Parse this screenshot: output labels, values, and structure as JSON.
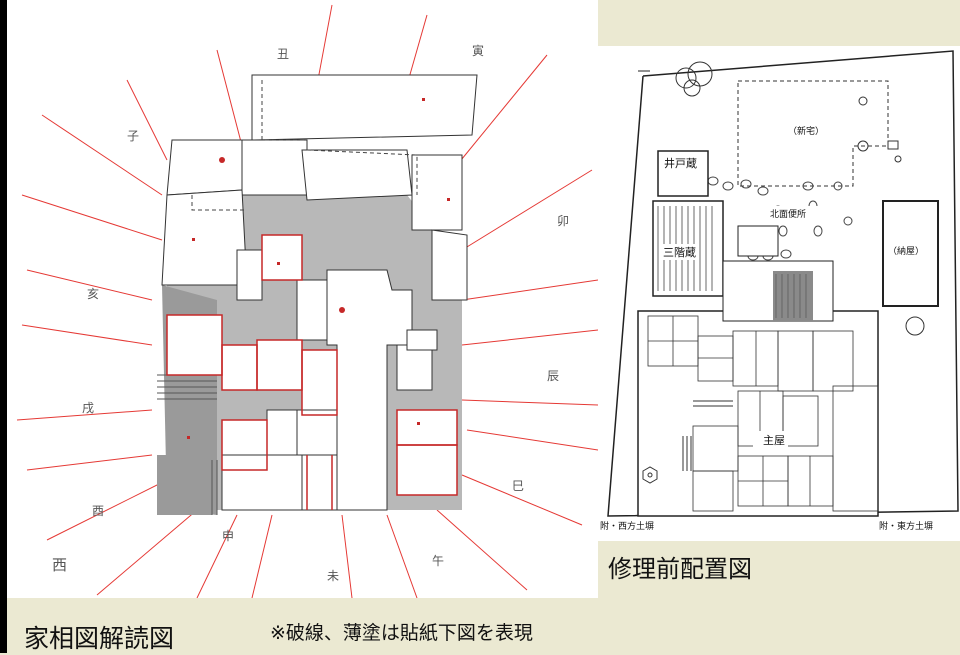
{
  "captions": {
    "left_title": "家相図解読図",
    "left_note": "※破線、薄塗は貼紙下図を表現",
    "right_title": "修理前配置図"
  },
  "left_plan": {
    "direction_marks": [
      "丑",
      "寅",
      "子",
      "卯",
      "亥",
      "辰",
      "戌",
      "巳",
      "酉",
      "申",
      "未",
      "午",
      "西"
    ]
  },
  "right_plan": {
    "rooms": {
      "new_house": "（新宅）",
      "well_storehouse": "井戸蔵",
      "north_toilet": "北面便所",
      "three_storey_store": "三階蔵",
      "barn": "（納屋）",
      "main_house": "主屋"
    },
    "edge_labels": {
      "west_wall": "附・西方土塀",
      "east_wall": "附・東方土塀"
    }
  },
  "colors": {
    "background": "#ebe9d2",
    "frame": "#000000",
    "dial_lines": "#e53935",
    "hatch": "#9e9e9e",
    "dark_fill": "#6f6f6f"
  }
}
